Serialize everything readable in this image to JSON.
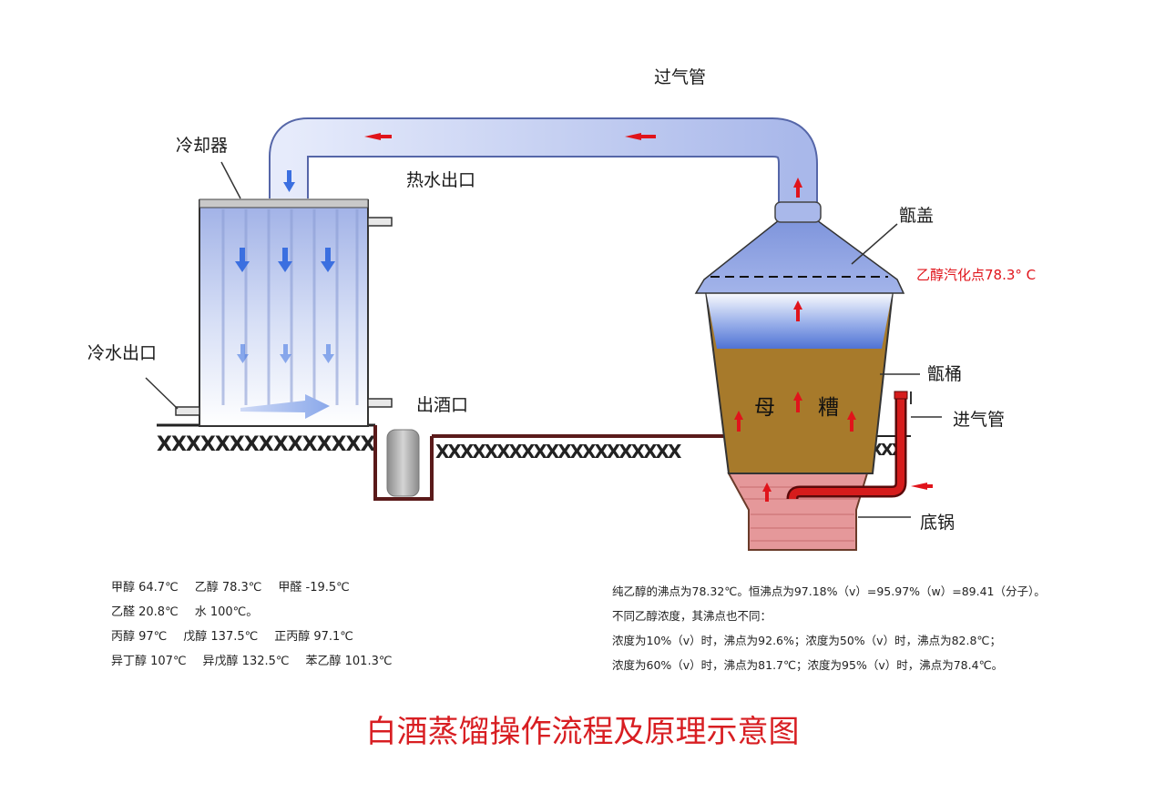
{
  "title": "白酒蒸馏操作流程及原理示意图",
  "labels": {
    "vapor_pipe": "过气管",
    "cooler": "冷却器",
    "hot_water_outlet": "热水出口",
    "cold_water_outlet": "冷水出口",
    "liquor_outlet": "出酒口",
    "still_lid": "甑盖",
    "vaporization_point": "乙醇汽化点78.3° C",
    "still_barrel": "甑桶",
    "steam_inlet": "进气管",
    "bottom_pot": "底锅",
    "mash_char1": "母",
    "mash_char2": "糟"
  },
  "boiling_points": [
    [
      "甲醇 64.7℃",
      "乙醇 78.3℃",
      "甲醛 -19.5℃"
    ],
    [
      "乙醛 20.8℃",
      "水 100℃。"
    ],
    [
      "丙醇 97℃",
      "戊醇 137.5℃",
      "正丙醇 97.1℃"
    ],
    [
      "异丁醇 107℃",
      "异戊醇 132.5℃",
      "苯乙醇 101.3℃"
    ]
  ],
  "notes": [
    "纯乙醇的沸点为78.32℃。恒沸点为97.18%（v）=95.97%（w）=89.41（分子）。",
    "不同乙醇浓度，其沸点也不同：",
    "浓度为10%（v）时，沸点为92.6%；浓度为50%（v）时，沸点为82.8℃；",
    "浓度为60%（v）时，沸点为81.7℃；浓度为95%（v）时，沸点为78.4℃。"
  ],
  "colors": {
    "pipe": "#b9c6ec",
    "mash": "#a77a2b",
    "pot_liquid": "#e5989a",
    "arrow_red": "#e0141b",
    "arrow_blue": "#3b6fe0",
    "title": "#d81e22"
  }
}
